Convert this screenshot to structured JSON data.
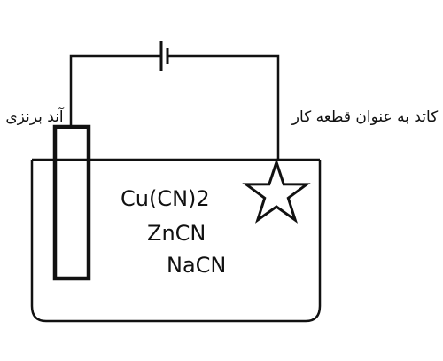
{
  "labels": {
    "anode": "آند برنزی",
    "cathode": "کاتد به عنوان قطعه کار"
  },
  "electrolyte": {
    "compounds": [
      "Cu(CN)2",
      "ZnCN",
      "NaCN"
    ]
  },
  "colors": {
    "stroke": "#111111",
    "background": "#ffffff"
  },
  "icons": {
    "battery": "battery-icon",
    "cathode": "star-icon"
  }
}
